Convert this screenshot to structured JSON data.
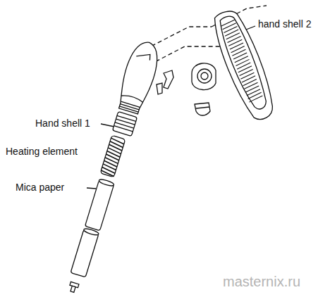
{
  "diagram": {
    "labels": [
      "hand shell 2",
      "Hand shell 1",
      "Heating element",
      "Mica paper",
      "masternix.ru"
    ]
  }
}
